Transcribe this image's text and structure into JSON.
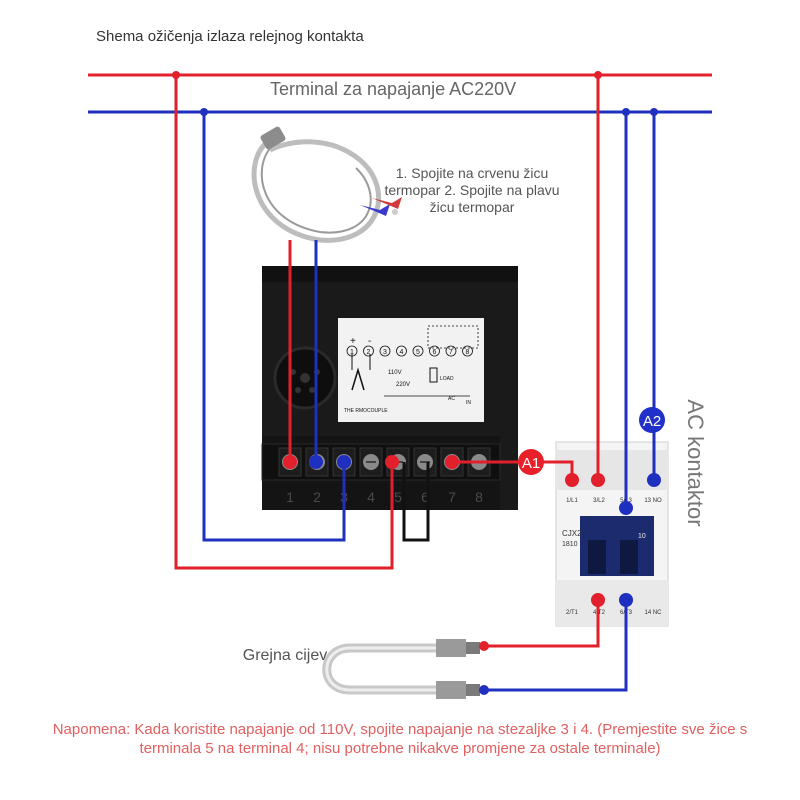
{
  "title": "Shema ožičenja izlaza relejnog kontakta",
  "supply_label": "Terminal za napajanje AC220V",
  "thermocouple_note": "1. Spojite na crvenu žicu termopar 2. Spojite na plavu žicu termopar",
  "heater_label": "Grejna cijev",
  "contactor_label": "AC kontaktor",
  "note": "Napomena: Kada koristite napajanje od 110V, spojite napajanje na stezaljke 3 i 4. (Premjestite sve žice s terminala 5 na terminal 4; nisu potrebne nikakve promjene za ostale terminale)",
  "controller": {
    "terminal_numbers": [
      "1",
      "2",
      "3",
      "4",
      "5",
      "6",
      "7",
      "8"
    ],
    "panel_numbers": [
      "1",
      "2",
      "3",
      "4",
      "5",
      "6",
      "7",
      "8"
    ],
    "panel_plus": "+",
    "panel_minus": "-",
    "voltage_110": "110V",
    "voltage_220": "220V",
    "thermocouple_text": "THE RMOCOUPLE",
    "panel_ac": "AC",
    "panel_in": "IN",
    "panel_load": "LOAD"
  },
  "contactor": {
    "model": "CJX2",
    "model_number": "1810",
    "rating": "10",
    "top_terminals": [
      "1/L1",
      "3/L2",
      "5/L3",
      "13 NO"
    ],
    "bottom_terminals": [
      "2/T1",
      "4/T2",
      "6/T3",
      "14 NC"
    ]
  },
  "markers": {
    "a1": "A1",
    "a2": "A2"
  },
  "colors": {
    "red_wire": "#e2202b",
    "blue_wire": "#1f2fbf",
    "black_wire": "#111111",
    "marker": "#e8202a",
    "marker_blue": "#2030c8"
  }
}
